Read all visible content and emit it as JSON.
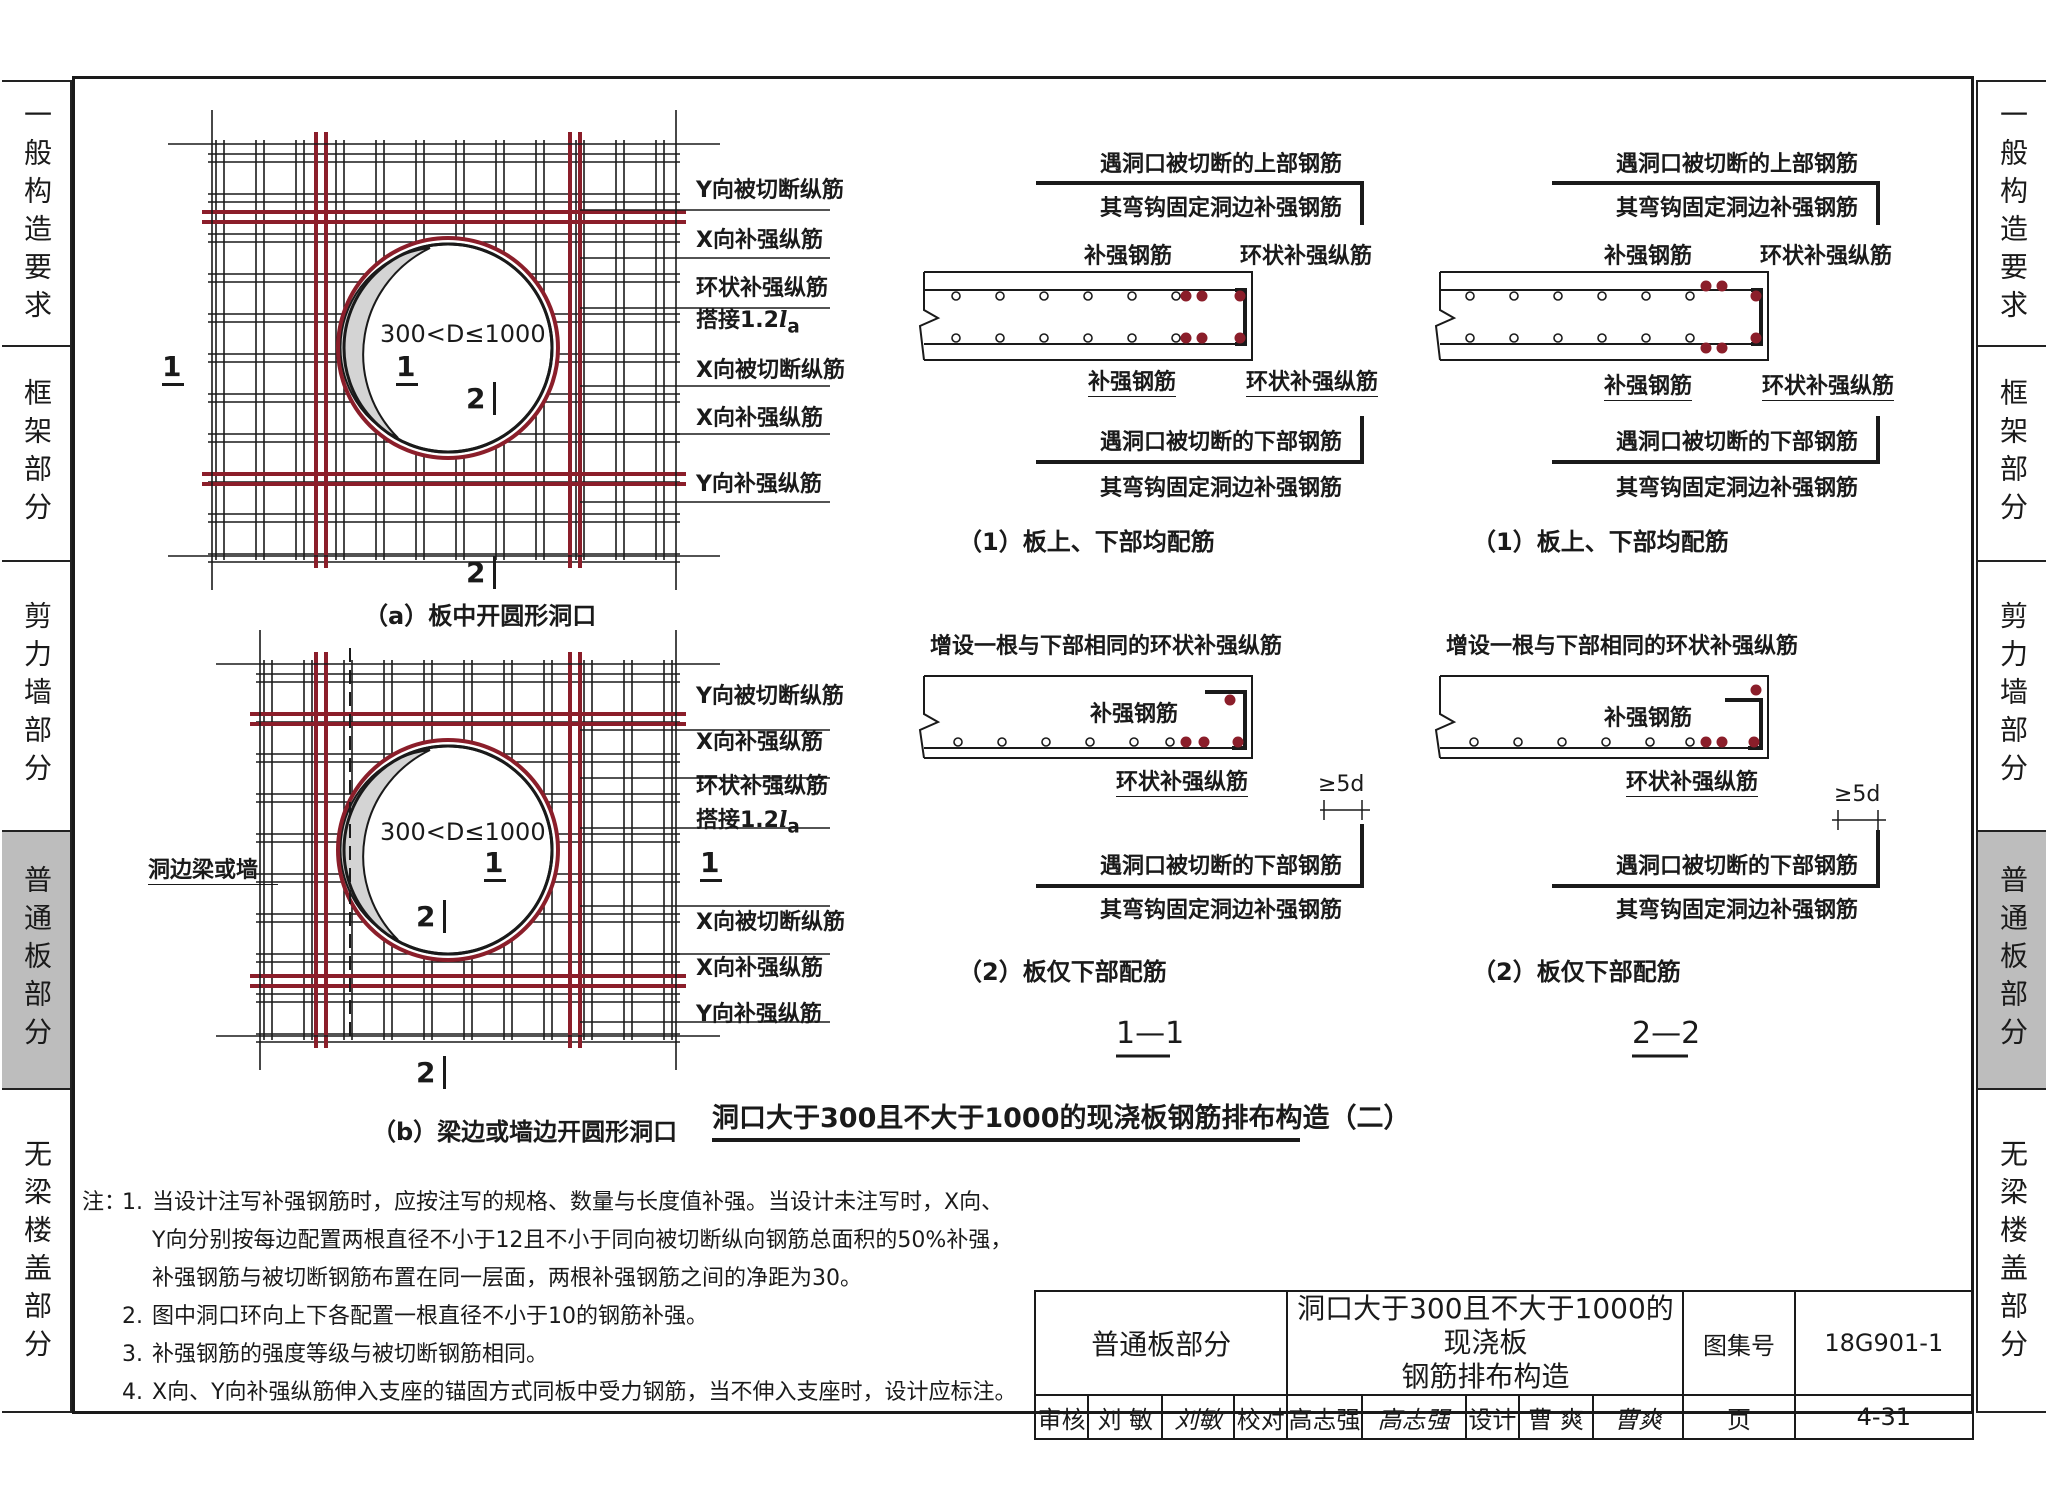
{
  "left_tabs": [
    {
      "label": "一般构造要求",
      "active": false
    },
    {
      "label": "框架部分",
      "active": false
    },
    {
      "label": "剪力墙部分",
      "active": false
    },
    {
      "label": "普通板部分",
      "active": true
    },
    {
      "label": "无梁楼盖部分",
      "active": false
    }
  ],
  "right_tabs": [
    {
      "label": "一般构造要求",
      "active": false
    },
    {
      "label": "框架部分",
      "active": false
    },
    {
      "label": "剪力墙部分",
      "active": false
    },
    {
      "label": "普通板部分",
      "active": true
    },
    {
      "label": "无梁楼盖部分",
      "active": false
    }
  ],
  "plan_a": {
    "labels": {
      "y_cut": "Y向被切断纵筋",
      "x_add": "X向补强纵筋",
      "ring": "环状补强纵筋",
      "lap": "搭接1.2",
      "lap_sym": "l",
      "lap_sub": "a",
      "x_cut": "X向被切断纵筋",
      "x_add2": "X向补强纵筋",
      "y_add": "Y向补强纵筋"
    },
    "dim": "300<D≤1000",
    "sec1": "1",
    "sec2": "2",
    "caption": "（a）板中开圆形洞口"
  },
  "plan_b": {
    "labels": {
      "y_cut": "Y向被切断纵筋",
      "x_add": "X向补强纵筋",
      "ring": "环状补强纵筋",
      "lap": "搭接1.2",
      "lap_sym": "l",
      "lap_sub": "a",
      "x_cut": "X向被切断纵筋",
      "x_add2": "X向补强纵筋",
      "y_add": "Y向补强纵筋",
      "edge": "洞边梁或墙"
    },
    "dim": "300<D≤1000",
    "sec1": "1",
    "sec2": "2",
    "caption": "（b）梁边或墙边开圆形洞口"
  },
  "section_11": {
    "top_a": "遇洞口被切断的上部钢筋",
    "top_b": "其弯钩固定洞边补强钢筋",
    "rebar_top": "补强钢筋",
    "ring_top": "环状补强纵筋",
    "rebar_bot": "补强钢筋",
    "ring_bot": "环状补强纵筋",
    "bot_a": "遇洞口被切断的下部钢筋",
    "bot_b": "其弯钩固定洞边补强钢筋",
    "cap1": "（1）板上、下部均配筋",
    "add_one": "增设一根与下部相同的环状补强纵筋",
    "rebar2": "补强钢筋",
    "ring2": "环状补强纵筋",
    "min5d": "≥5d",
    "bot2_a": "遇洞口被切断的下部钢筋",
    "bot2_b": "其弯钩固定洞边补强钢筋",
    "cap2": "（2）板仅下部配筋",
    "title": "1—1"
  },
  "section_22": {
    "top_a": "遇洞口被切断的上部钢筋",
    "top_b": "其弯钩固定洞边补强钢筋",
    "rebar_top": "补强钢筋",
    "ring_top": "环状补强纵筋",
    "rebar_bot": "补强钢筋",
    "ring_bot": "环状补强纵筋",
    "bot_a": "遇洞口被切断的下部钢筋",
    "bot_b": "其弯钩固定洞边补强钢筋",
    "cap1": "（1）板上、下部均配筋",
    "add_one": "增设一根与下部相同的环状补强纵筋",
    "rebar2": "补强钢筋",
    "ring2": "环状补强纵筋",
    "min5d": "≥5d",
    "bot2_a": "遇洞口被切断的下部钢筋",
    "bot2_b": "其弯钩固定洞边补强钢筋",
    "cap2": "（2）板仅下部配筋",
    "title": "2—2"
  },
  "main_title": "洞口大于300且不大于1000的现浇板钢筋排布构造（二）",
  "notes": {
    "lead": "注：",
    "items": [
      {
        "num": "1.",
        "lines": [
          "当设计注写补强钢筋时，应按注写的规格、数量与长度值补强。当设计未注写时，X向、",
          "Y向分别按每边配置两根直径不小于12且不小于同向被切断纵向钢筋总面积的50%补强，",
          "补强钢筋与被切断钢筋布置在同一层面，两根补强钢筋之间的净距为30。"
        ]
      },
      {
        "num": "2.",
        "lines": [
          "图中洞口环向上下各配置一根直径不小于10的钢筋补强。"
        ]
      },
      {
        "num": "3.",
        "lines": [
          "补强钢筋的强度等级与被切断钢筋相同。"
        ]
      },
      {
        "num": "4.",
        "lines": [
          "X向、Y向补强纵筋伸入支座的锚固方式同板中受力钢筋，当不伸入支座时，设计应标注。"
        ]
      }
    ]
  },
  "title_block": {
    "section": "普通板部分",
    "title_line1": "洞口大于300且不大于1000的现浇板",
    "title_line2": "钢筋排布构造",
    "atlas_label": "图集号",
    "atlas_no": "18G901-1",
    "review_label": "审核",
    "reviewer": "刘 敏",
    "reviewer_sig": "刘敏",
    "check_label": "校对",
    "checker": "高志强",
    "checker_sig": "高志强",
    "design_label": "设计",
    "designer": "曹 爽",
    "designer_sig": "曹爽",
    "page_label": "页",
    "page_no": "4-31"
  },
  "colors": {
    "rebar_red": "#8b1e2a",
    "ink": "#1a1a1a",
    "hole_fill": "#d4d4d4",
    "tab_active": "#bdbdbd"
  }
}
